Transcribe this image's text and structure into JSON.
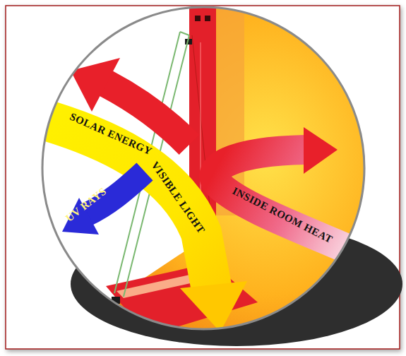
{
  "diagram": {
    "labels": [
      "SOLAR ENERGY",
      "VISIBLE LIGHT",
      "UV RAYS",
      "INSIDE ROOM HEAT"
    ]
  }
}
